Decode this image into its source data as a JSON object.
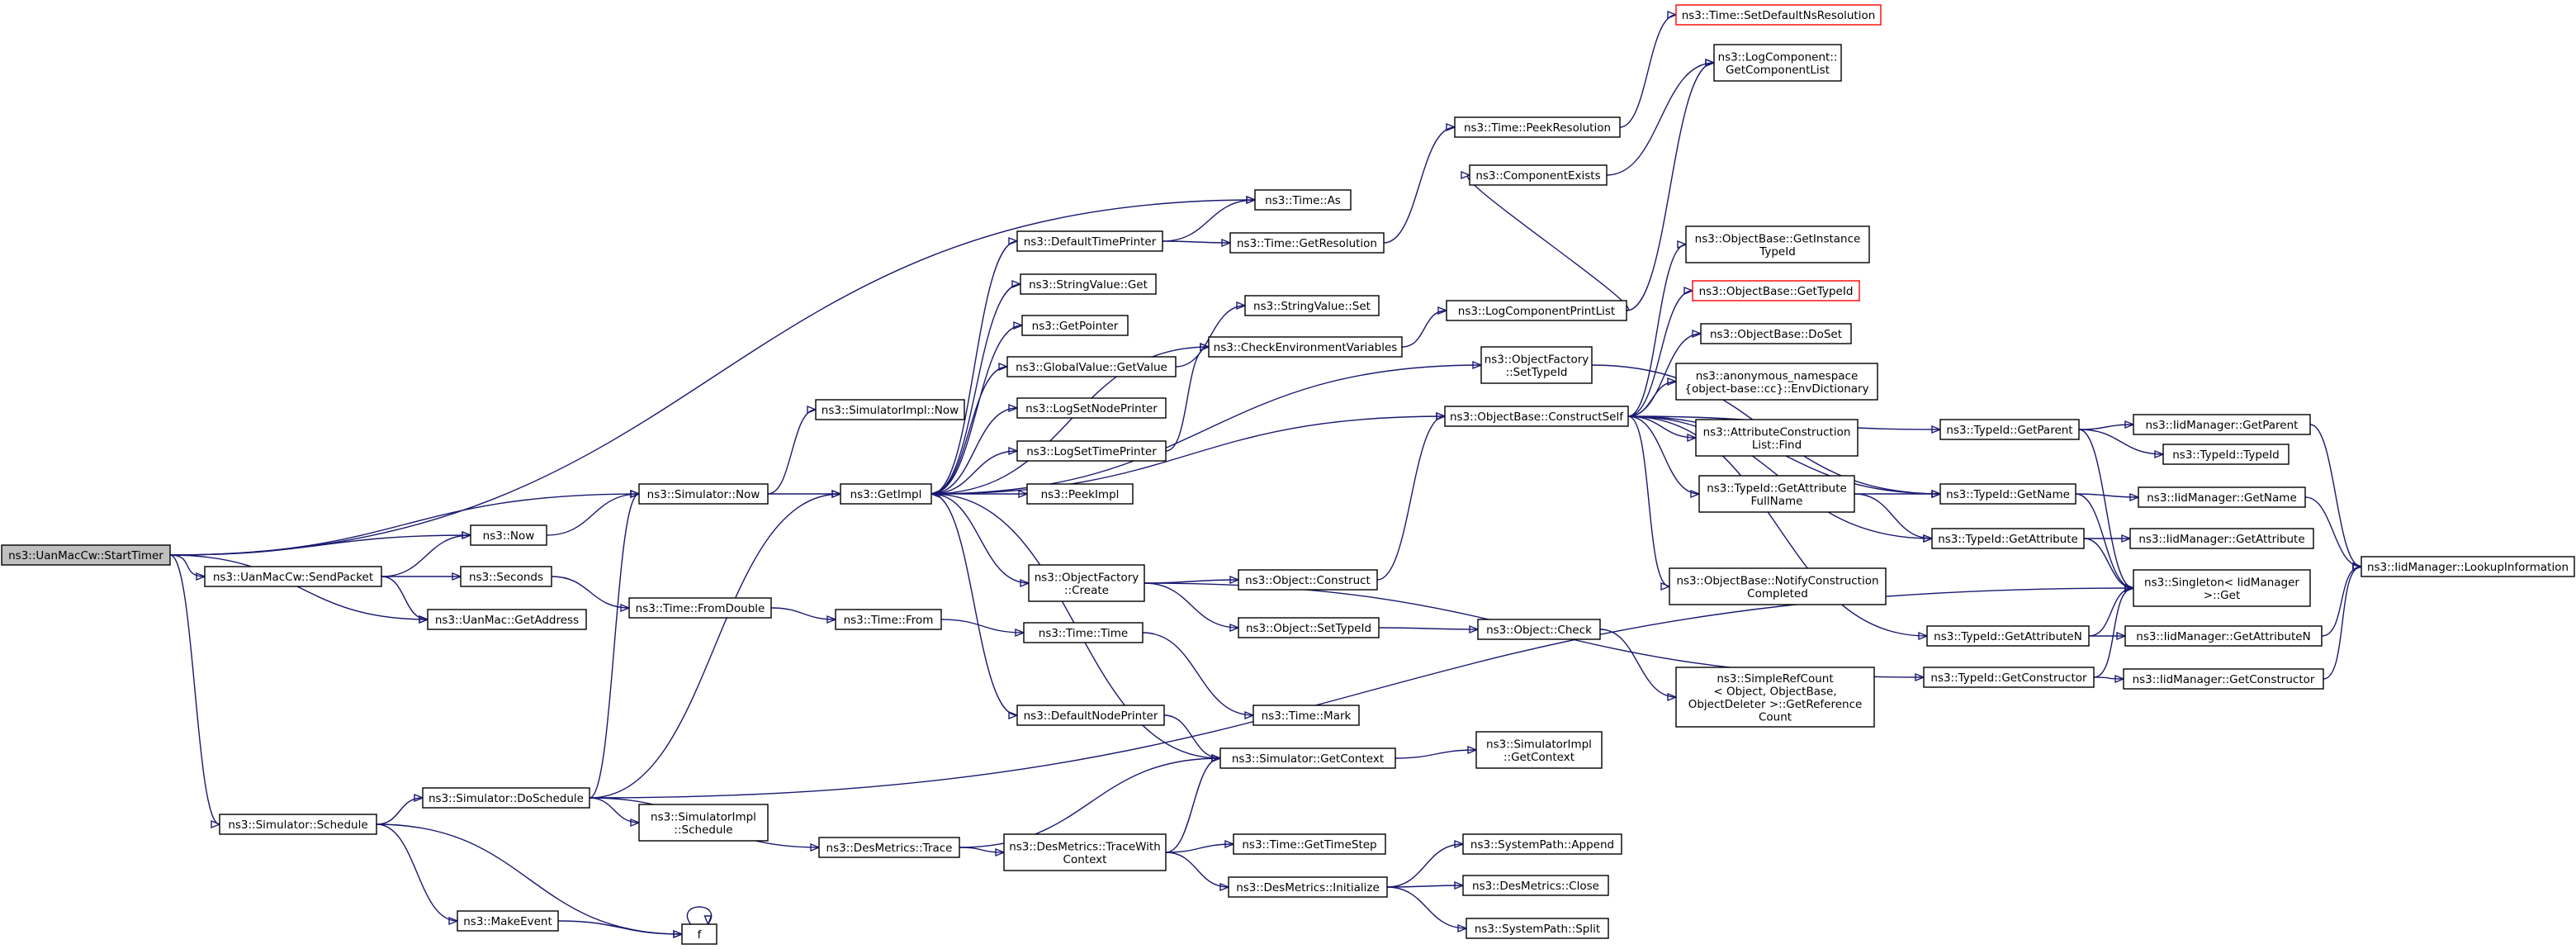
{
  "graph": {
    "edge_color": "#191970",
    "truncated_border_color": "#ff0000",
    "root_fill": "#bfbfbf",
    "nodes": [
      {
        "id": "start_timer",
        "lines": [
          "ns3::UanMacCw::StartTimer"
        ]
      },
      {
        "id": "send_packet",
        "lines": [
          "ns3::UanMacCw::SendPacket"
        ]
      },
      {
        "id": "schedule",
        "lines": [
          "ns3::Simulator::Schedule"
        ]
      },
      {
        "id": "now",
        "lines": [
          "ns3::Now"
        ]
      },
      {
        "id": "sim_now",
        "lines": [
          "ns3::Simulator::Now"
        ]
      },
      {
        "id": "get_address",
        "lines": [
          "ns3::UanMac::GetAddress"
        ]
      },
      {
        "id": "seconds",
        "lines": [
          "ns3::Seconds"
        ]
      },
      {
        "id": "do_schedule",
        "lines": [
          "ns3::Simulator::DoSchedule"
        ]
      },
      {
        "id": "make_event",
        "lines": [
          "ns3::MakeEvent"
        ]
      },
      {
        "id": "f",
        "lines": [
          "f"
        ]
      },
      {
        "id": "impl_now",
        "lines": [
          "ns3::SimulatorImpl::Now"
        ]
      },
      {
        "id": "get_impl",
        "lines": [
          "ns3::GetImpl"
        ]
      },
      {
        "id": "from_double",
        "lines": [
          "ns3::Time::FromDouble"
        ]
      },
      {
        "id": "impl_schedule",
        "lines": [
          "ns3::SimulatorImpl",
          "::Schedule"
        ]
      },
      {
        "id": "trace",
        "lines": [
          "ns3::DesMetrics::Trace"
        ]
      },
      {
        "id": "time_from",
        "lines": [
          "ns3::Time::From"
        ]
      },
      {
        "id": "default_time_printer",
        "lines": [
          "ns3::DefaultTimePrinter"
        ]
      },
      {
        "id": "stringvalue_get",
        "lines": [
          "ns3::StringValue::Get"
        ]
      },
      {
        "id": "get_pointer",
        "lines": [
          "ns3::GetPointer"
        ]
      },
      {
        "id": "globalvalue_getvalue",
        "lines": [
          "ns3::GlobalValue::GetValue"
        ]
      },
      {
        "id": "log_set_node_printer",
        "lines": [
          "ns3::LogSetNodePrinter"
        ]
      },
      {
        "id": "log_set_time_printer",
        "lines": [
          "ns3::LogSetTimePrinter"
        ]
      },
      {
        "id": "peek_impl",
        "lines": [
          "ns3::PeekImpl"
        ]
      },
      {
        "id": "objectfactory_create",
        "lines": [
          "ns3::ObjectFactory",
          "::Create"
        ]
      },
      {
        "id": "time_time",
        "lines": [
          "ns3::Time::Time"
        ]
      },
      {
        "id": "default_node_printer",
        "lines": [
          "ns3::DefaultNodePrinter"
        ]
      },
      {
        "id": "trace_with_context",
        "lines": [
          "ns3::DesMetrics::TraceWith",
          "Context"
        ]
      },
      {
        "id": "time_as",
        "lines": [
          "ns3::Time::As"
        ]
      },
      {
        "id": "get_resolution",
        "lines": [
          "ns3::Time::GetResolution"
        ]
      },
      {
        "id": "stringvalue_set",
        "lines": [
          "ns3::StringValue::Set"
        ]
      },
      {
        "id": "check_env_vars",
        "lines": [
          "ns3::CheckEnvironmentVariables"
        ]
      },
      {
        "id": "object_construct",
        "lines": [
          "ns3::Object::Construct"
        ]
      },
      {
        "id": "object_settypeid",
        "lines": [
          "ns3::Object::SetTypeId"
        ]
      },
      {
        "id": "time_mark",
        "lines": [
          "ns3::Time::Mark"
        ]
      },
      {
        "id": "get_context",
        "lines": [
          "ns3::Simulator::GetContext"
        ]
      },
      {
        "id": "get_time_step",
        "lines": [
          "ns3::Time::GetTimeStep"
        ]
      },
      {
        "id": "desmetrics_initialize",
        "lines": [
          "ns3::DesMetrics::Initialize"
        ]
      },
      {
        "id": "peek_resolution",
        "lines": [
          "ns3::Time::PeekResolution"
        ]
      },
      {
        "id": "component_exists",
        "lines": [
          "ns3::ComponentExists"
        ]
      },
      {
        "id": "log_component_print_list",
        "lines": [
          "ns3::LogComponentPrintList"
        ]
      },
      {
        "id": "objectfactory_settypeid",
        "lines": [
          "ns3::ObjectFactory",
          "::SetTypeId"
        ]
      },
      {
        "id": "construct_self",
        "lines": [
          "ns3::ObjectBase::ConstructSelf"
        ]
      },
      {
        "id": "object_check",
        "lines": [
          "ns3::Object::Check"
        ]
      },
      {
        "id": "impl_get_context",
        "lines": [
          "ns3::SimulatorImpl",
          "::GetContext"
        ]
      },
      {
        "id": "systempath_append",
        "lines": [
          "ns3::SystemPath::Append"
        ]
      },
      {
        "id": "desmetrics_close",
        "lines": [
          "ns3::DesMetrics::Close"
        ]
      },
      {
        "id": "systempath_split",
        "lines": [
          "ns3::SystemPath::Split"
        ]
      },
      {
        "id": "set_default_ns_resolution",
        "lines": [
          "ns3::Time::SetDefaultNsResolution"
        ]
      },
      {
        "id": "get_component_list",
        "lines": [
          "ns3::LogComponent::",
          "GetComponentList"
        ]
      },
      {
        "id": "get_instance_typeid",
        "lines": [
          "ns3::ObjectBase::GetInstance",
          "TypeId"
        ]
      },
      {
        "id": "objectbase_gettypeid",
        "lines": [
          "ns3::ObjectBase::GetTypeId"
        ]
      },
      {
        "id": "objectbase_doset",
        "lines": [
          "ns3::ObjectBase::DoSet"
        ]
      },
      {
        "id": "env_dictionary",
        "lines": [
          "ns3::anonymous_namespace",
          "{object-base::cc}::EnvDictionary"
        ]
      },
      {
        "id": "attr_construction_list_find",
        "lines": [
          "ns3::AttributeConstruction",
          "List::Find"
        ]
      },
      {
        "id": "get_attribute_fullname",
        "lines": [
          "ns3::TypeId::GetAttribute",
          "FullName"
        ]
      },
      {
        "id": "notify_construction_completed",
        "lines": [
          "ns3::ObjectBase::NotifyConstruction",
          "Completed"
        ]
      },
      {
        "id": "simple_ref_count",
        "lines": [
          "ns3::SimpleRefCount",
          "< Object, ObjectBase,",
          "ObjectDeleter >::GetReference",
          "Count"
        ]
      },
      {
        "id": "typeid_getparent",
        "lines": [
          "ns3::TypeId::GetParent"
        ]
      },
      {
        "id": "typeid_getname",
        "lines": [
          "ns3::TypeId::GetName"
        ]
      },
      {
        "id": "typeid_getattribute",
        "lines": [
          "ns3::TypeId::GetAttribute"
        ]
      },
      {
        "id": "typeid_getattributen",
        "lines": [
          "ns3::TypeId::GetAttributeN"
        ]
      },
      {
        "id": "typeid_getconstructor",
        "lines": [
          "ns3::TypeId::GetConstructor"
        ]
      },
      {
        "id": "iid_getparent",
        "lines": [
          "ns3::IidManager::GetParent"
        ]
      },
      {
        "id": "typeid_typeid",
        "lines": [
          "ns3::TypeId::TypeId"
        ]
      },
      {
        "id": "iid_getname",
        "lines": [
          "ns3::IidManager::GetName"
        ]
      },
      {
        "id": "iid_getattribute",
        "lines": [
          "ns3::IidManager::GetAttribute"
        ]
      },
      {
        "id": "singleton_get",
        "lines": [
          "ns3::Singleton< IidManager",
          ">::Get"
        ]
      },
      {
        "id": "iid_getattributen",
        "lines": [
          "ns3::IidManager::GetAttributeN"
        ]
      },
      {
        "id": "iid_getconstructor",
        "lines": [
          "ns3::IidManager::GetConstructor"
        ]
      },
      {
        "id": "iid_lookup_information",
        "lines": [
          "ns3::IidManager::LookupInformation"
        ]
      }
    ]
  }
}
